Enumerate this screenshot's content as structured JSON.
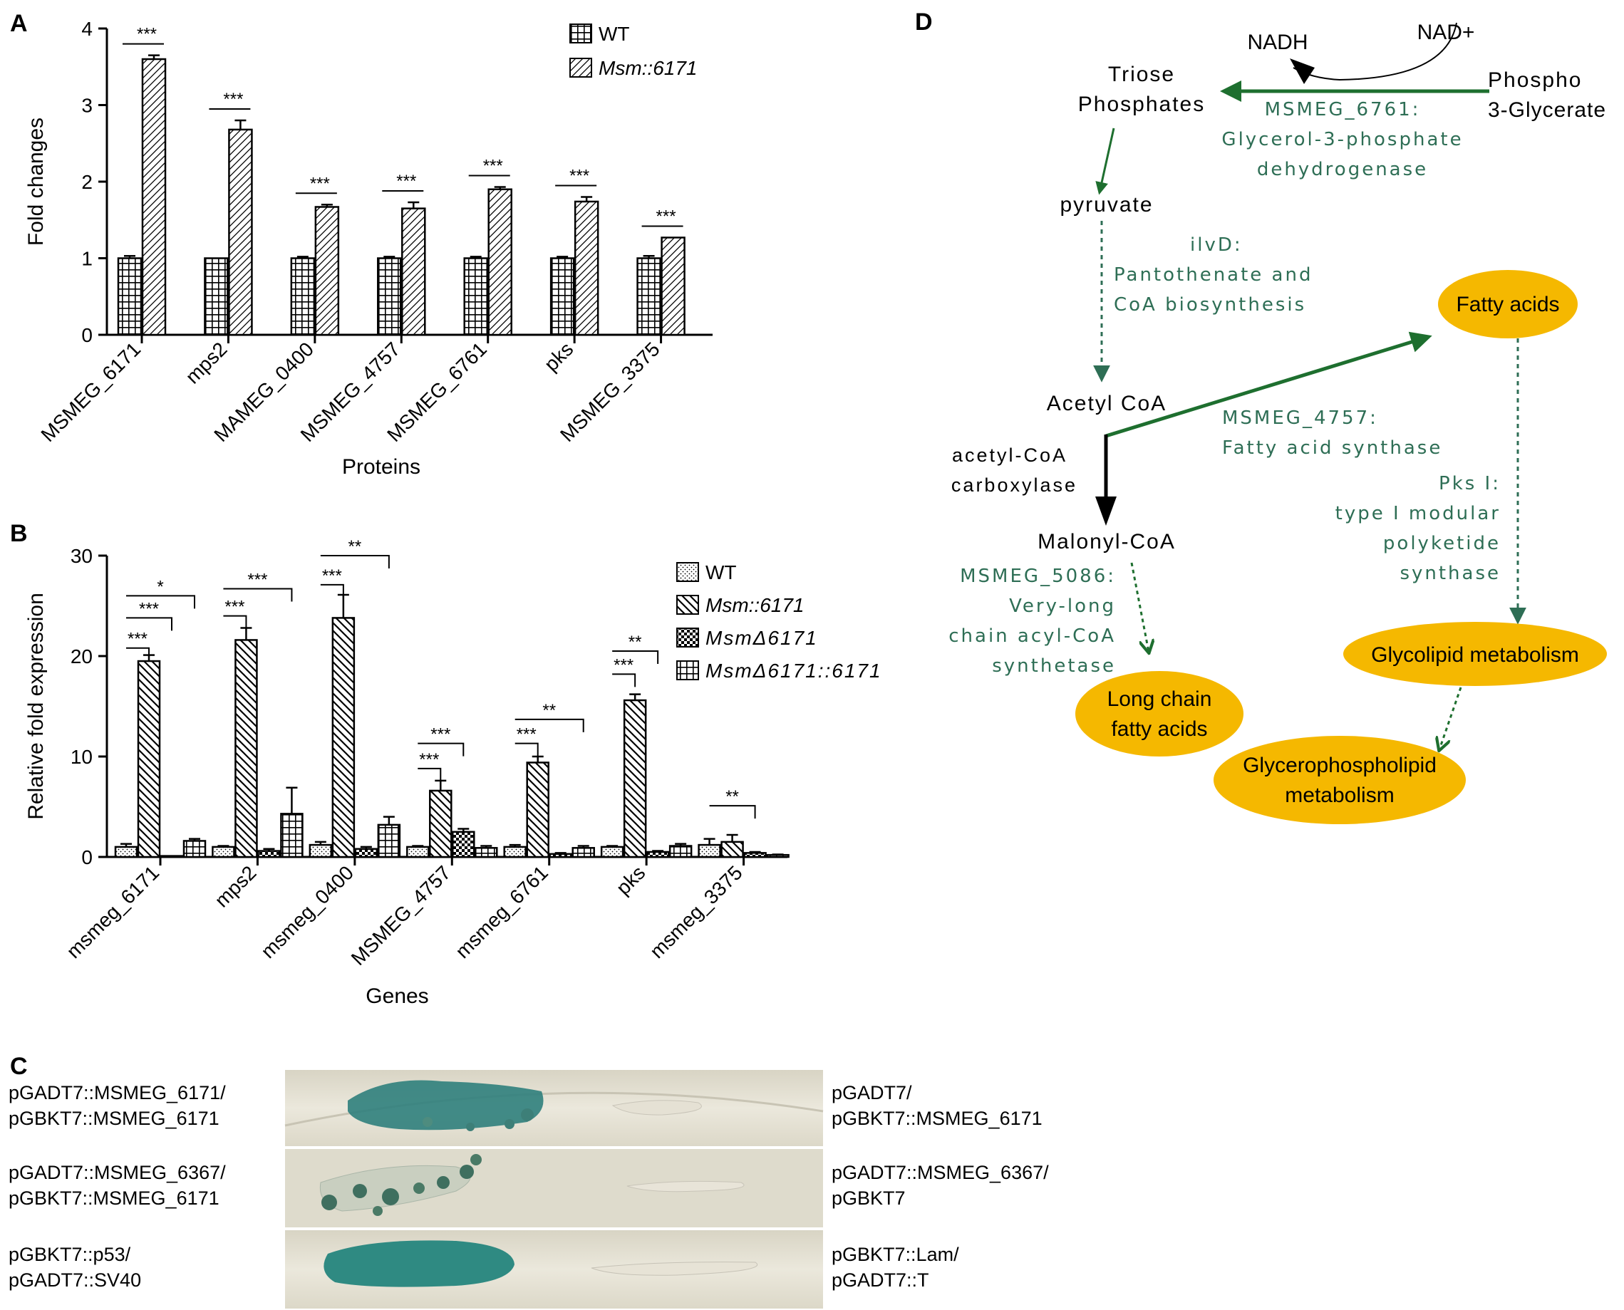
{
  "panelA": {
    "letter": "A",
    "chart_data": {
      "type": "bar",
      "categories": [
        "MSMEG_6171",
        "mps2",
        "MAMEG_0400",
        "MSMEG_4757",
        "MSMEG_6761",
        "pks",
        "MSMEG_3375"
      ],
      "series": [
        {
          "name": "WT",
          "values": [
            1.0,
            1.0,
            1.0,
            1.0,
            1.0,
            1.0,
            1.0
          ],
          "errors": [
            0.03,
            0.0,
            0.02,
            0.02,
            0.02,
            0.02,
            0.03
          ]
        },
        {
          "name": "Msm::6171",
          "values": [
            3.6,
            2.68,
            1.67,
            1.65,
            1.9,
            1.74,
            1.27
          ],
          "errors": [
            0.05,
            0.12,
            0.03,
            0.08,
            0.03,
            0.06,
            0.0
          ]
        }
      ],
      "significance": [
        "***",
        "***",
        "***",
        "***",
        "***",
        "***",
        "***"
      ],
      "ylabel": "Fold changes",
      "xlabel": "Proteins",
      "ylim": [
        0,
        4
      ],
      "yticks": [
        "0",
        "1",
        "2",
        "3",
        "4"
      ],
      "legend": "top-right"
    }
  },
  "panelB": {
    "letter": "B",
    "chart_data": {
      "type": "bar",
      "categories": [
        "msmeg_6171",
        "mps2",
        "msmeg_0400",
        "MSMEG_4757",
        "msmeg_6761",
        "pks",
        "msmeg_3375"
      ],
      "series": [
        {
          "name": "WT",
          "values": [
            1.0,
            1.0,
            1.2,
            1.0,
            1.0,
            1.0,
            1.2
          ],
          "errors": [
            0.3,
            0.1,
            0.3,
            0.1,
            0.2,
            0.1,
            0.6
          ]
        },
        {
          "name": "Msm::6171",
          "values": [
            19.5,
            21.6,
            23.8,
            6.6,
            9.4,
            15.6,
            1.5
          ],
          "errors": [
            0.6,
            1.2,
            2.3,
            1.0,
            0.6,
            0.6,
            0.7
          ]
        },
        {
          "name": "MsmΔ6171",
          "values": [
            0.1,
            0.6,
            0.8,
            2.5,
            0.3,
            0.5,
            0.4
          ],
          "errors": [
            0.0,
            0.2,
            0.2,
            0.3,
            0.1,
            0.1,
            0.1
          ]
        },
        {
          "name": "MsmΔ6171::6171",
          "values": [
            1.6,
            4.3,
            3.2,
            0.9,
            0.9,
            1.1,
            0.2
          ],
          "errors": [
            0.2,
            2.6,
            0.8,
            0.2,
            0.2,
            0.2,
            0.05
          ]
        }
      ],
      "significance": [
        {
          "cat": 0,
          "from": 0,
          "to": 1,
          "label": "***",
          "y": 20.8
        },
        {
          "cat": 0,
          "from": 0,
          "to": 2,
          "label": "***",
          "y": 23.8
        },
        {
          "cat": 0,
          "from": 0,
          "to": 3,
          "label": "*",
          "y": 26.0
        },
        {
          "cat": 1,
          "from": 0,
          "to": 1,
          "label": "***",
          "y": 24.0
        },
        {
          "cat": 1,
          "from": 0,
          "to": 3,
          "label": "***",
          "y": 26.7
        },
        {
          "cat": 2,
          "from": 0,
          "to": 1,
          "label": "***",
          "y": 27.1
        },
        {
          "cat": 2,
          "from": 0,
          "to": 3,
          "label": "**",
          "y": 30.0
        },
        {
          "cat": 3,
          "from": 0,
          "to": 1,
          "label": "***",
          "y": 8.8
        },
        {
          "cat": 3,
          "from": 0,
          "to": 2,
          "label": "***",
          "y": 11.3
        },
        {
          "cat": 4,
          "from": 0,
          "to": 1,
          "label": "***",
          "y": 11.3
        },
        {
          "cat": 4,
          "from": 0,
          "to": 3,
          "label": "**",
          "y": 13.7
        },
        {
          "cat": 5,
          "from": 0,
          "to": 1,
          "label": "***",
          "y": 18.2
        },
        {
          "cat": 5,
          "from": 0,
          "to": 2,
          "label": "**",
          "y": 20.5
        },
        {
          "cat": 6,
          "from": 0,
          "to": 2,
          "label": "**",
          "y": 5.1
        }
      ],
      "ylabel": "Relative fold expression",
      "xlabel": "Genes",
      "ylim": [
        0,
        30
      ],
      "yticks": [
        "0",
        "10",
        "20",
        "30"
      ],
      "legend": "top-right"
    }
  },
  "panelC": {
    "letter": "C",
    "rows": [
      {
        "left": [
          "pGADT7::MSMEG_6171/",
          "pGBKT7::MSMEG_6171"
        ],
        "right": [
          "pGADT7/",
          "pGBKT7::MSMEG_6171"
        ]
      },
      {
        "left": [
          "pGADT7::MSMEG_6367/",
          "pGBKT7::MSMEG_6171"
        ],
        "right": [
          "pGADT7::MSMEG_6367/",
          "pGBKT7"
        ]
      },
      {
        "left": [
          "pGBKT7::p53/",
          "pGADT7::SV40"
        ],
        "right": [
          "pGBKT7::Lam/",
          "pGADT7::T"
        ]
      }
    ]
  },
  "panelD": {
    "letter": "D",
    "nodes": {
      "nadh": "NADH",
      "nad": "NAD+",
      "triose": [
        "Triose",
        "Phosphates"
      ],
      "phospho": [
        "Phospho",
        "3-Glycerate"
      ],
      "pyruvate": "pyruvate",
      "acetyl": "Acetyl CoA",
      "malonyl": "Malonyl-CoA",
      "acc": [
        "acetyl-CoA",
        "carboxylase"
      ]
    },
    "enzymes": {
      "e6761": [
        "MSMEG_6761:",
        "Glycerol-3-phosphate",
        "dehydrogenase"
      ],
      "ilvd": [
        "ilvD:",
        "Pantothenate and",
        "CoA biosynthesis"
      ],
      "e4757": [
        "MSMEG_4757:",
        "Fatty acid synthase"
      ],
      "pks": [
        "Pks I:",
        "type I modular",
        "polyketide",
        "synthase"
      ],
      "e5086": [
        "MSMEG_5086:",
        "Very-long",
        "chain acyl-CoA",
        "synthetase"
      ]
    },
    "ovals": {
      "fatty": "Fatty acids",
      "glycolipid": "Glycolipid metabolism",
      "longchain": [
        "Long chain",
        "fatty acids"
      ],
      "glycero": [
        "Glycerophospholipid",
        "metabolism"
      ]
    },
    "colors": {
      "arrow_green": "#1e6f2f",
      "enzyme_text": "#2e6e55",
      "oval": "#f5b800"
    }
  }
}
